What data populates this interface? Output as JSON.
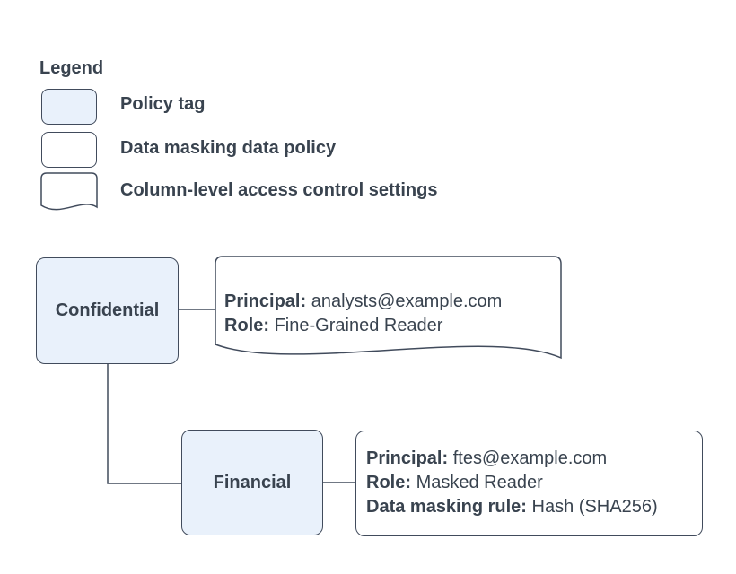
{
  "colors": {
    "canvas_bg": "#ffffff",
    "policy_tag_fill": "#e9f1fb",
    "shape_fill": "#ffffff",
    "stroke": "#414b5c",
    "text": "#39434f"
  },
  "legend": {
    "title": "Legend",
    "items": [
      {
        "shape": "policy-tag",
        "label": "Policy tag"
      },
      {
        "shape": "data-masking-data-policy",
        "label": "Data masking data policy"
      },
      {
        "shape": "column-level-access-document",
        "label": "Column-level access control settings"
      }
    ]
  },
  "diagram": {
    "policy_tags": [
      {
        "id": "confidential",
        "label": "Confidential"
      },
      {
        "id": "financial",
        "label": "Financial"
      }
    ],
    "access_note": {
      "lines": [
        {
          "label": "Principal:",
          "value": "analysts@example.com"
        },
        {
          "label": "Role:",
          "value": "Fine-Grained Reader"
        }
      ]
    },
    "masking_policy": {
      "lines": [
        {
          "label": "Principal:",
          "value": "ftes@example.com"
        },
        {
          "label": "Role:",
          "value": "Masked Reader"
        },
        {
          "label": "Data masking rule:",
          "value": "Hash (SHA256)"
        }
      ]
    }
  }
}
